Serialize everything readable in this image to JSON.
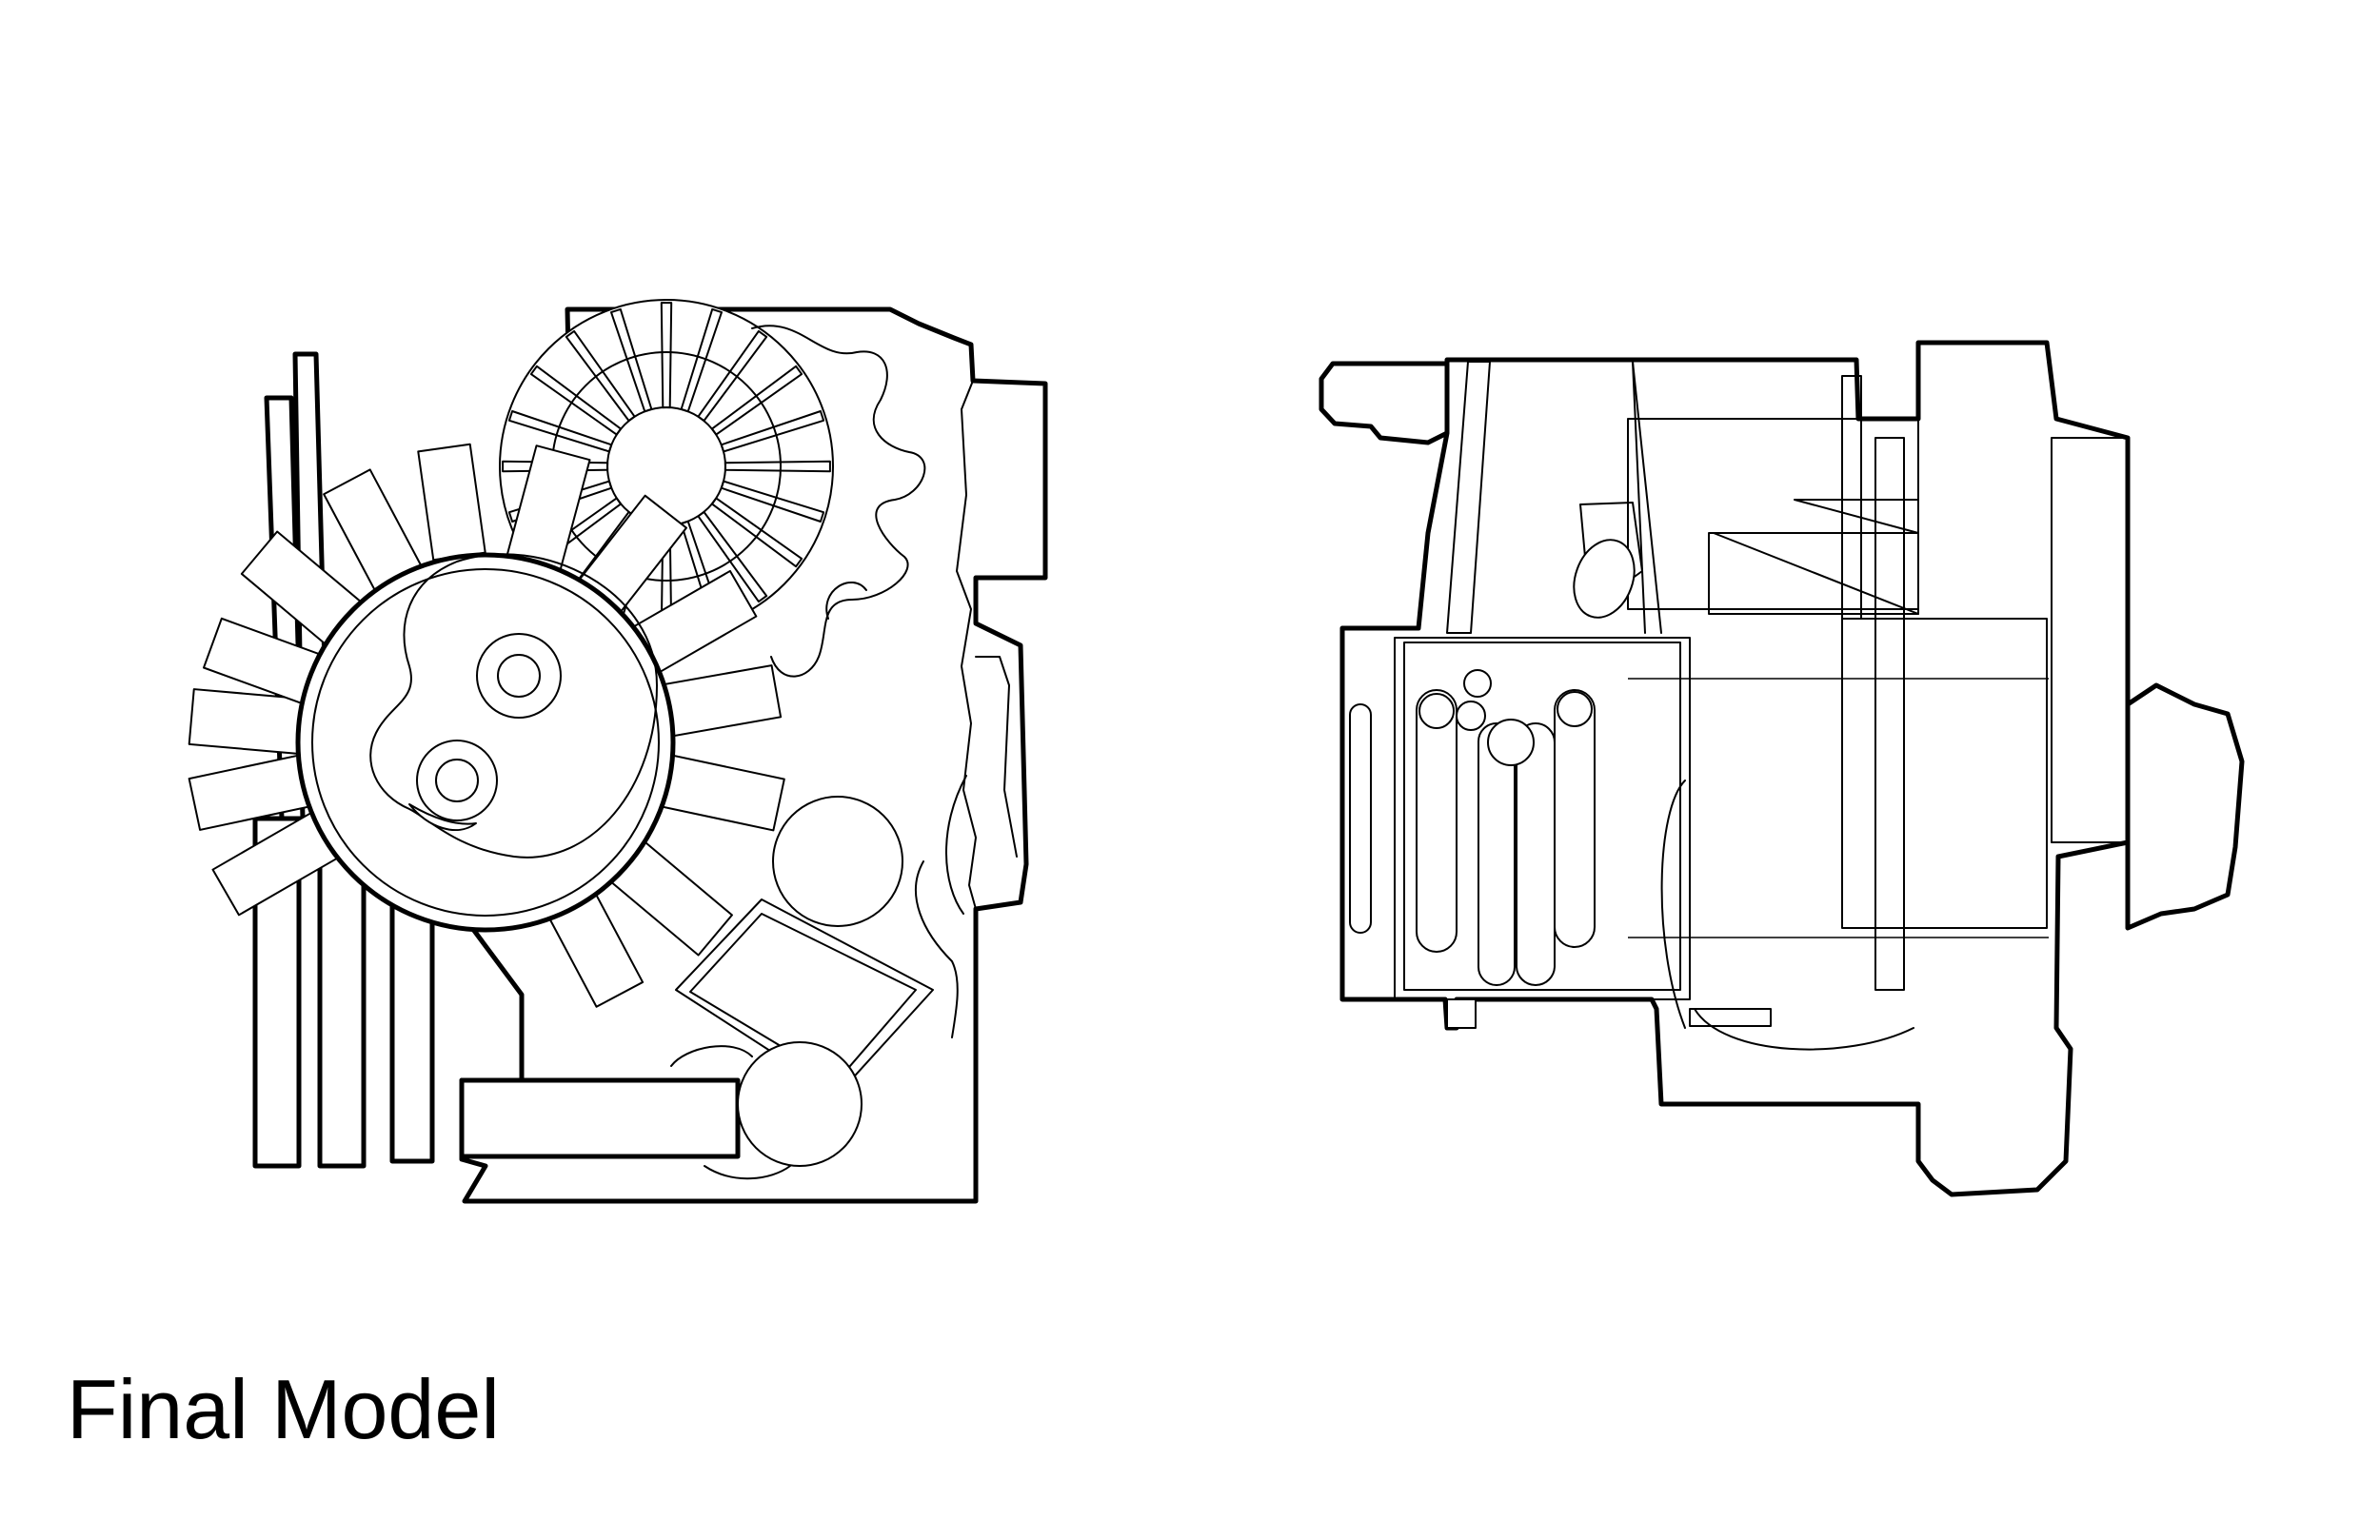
{
  "caption": {
    "title": "Final Model"
  },
  "figure": {
    "views": [
      "front-view",
      "side-view"
    ],
    "line_color": "#000000",
    "background": "#ffffff"
  }
}
